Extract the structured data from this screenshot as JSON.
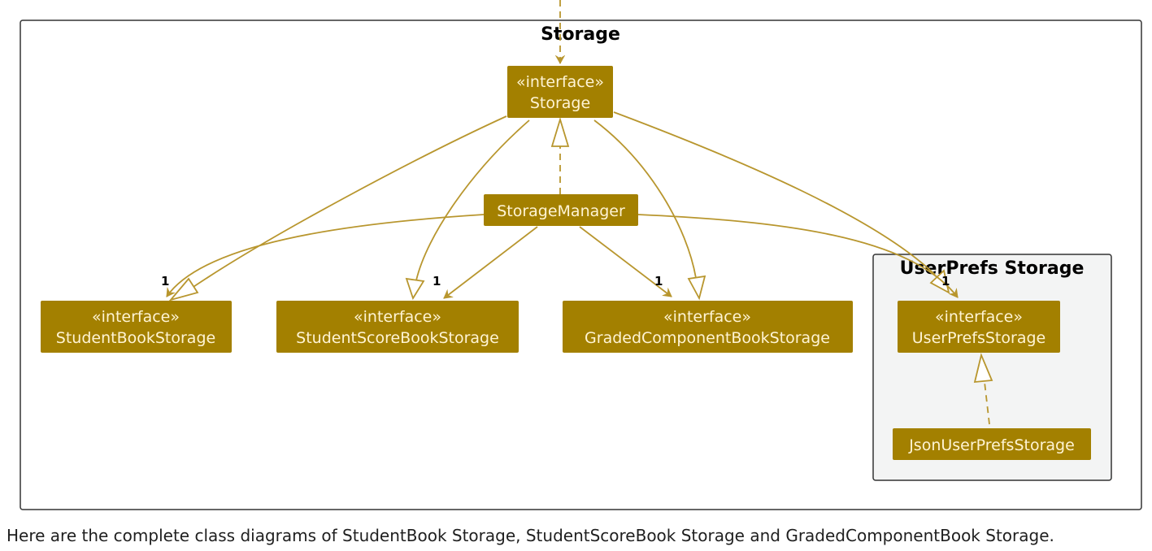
{
  "packages": {
    "storage": {
      "title": "Storage"
    },
    "userprefs": {
      "title": "UserPrefs Storage"
    }
  },
  "classes": {
    "storage_interface": {
      "stereotype": "«interface»",
      "name": "Storage"
    },
    "storage_manager": {
      "name": "StorageManager"
    },
    "student_book_storage": {
      "stereotype": "«interface»",
      "name": "StudentBookStorage"
    },
    "student_score_book_storage": {
      "stereotype": "«interface»",
      "name": "StudentScoreBookStorage"
    },
    "graded_component_book_storage": {
      "stereotype": "«interface»",
      "name": "GradedComponentBookStorage"
    },
    "user_prefs_storage": {
      "stereotype": "«interface»",
      "name": "UserPrefsStorage"
    },
    "json_user_prefs_storage": {
      "name": "JsonUserPrefsStorage"
    }
  },
  "multiplicities": {
    "student_book": "1",
    "student_score_book": "1",
    "graded_component_book": "1",
    "user_prefs": "1"
  },
  "caption": "Here are the complete class diagrams of StudentBook Storage, StudentScoreBook Storage and GradedComponentBook Storage.",
  "colors": {
    "class_fill": "#a38000",
    "class_text": "#fff4d4",
    "edge": "#b8962e",
    "package_border": "#333333",
    "inner_package_fill": "#f3f4f4"
  }
}
